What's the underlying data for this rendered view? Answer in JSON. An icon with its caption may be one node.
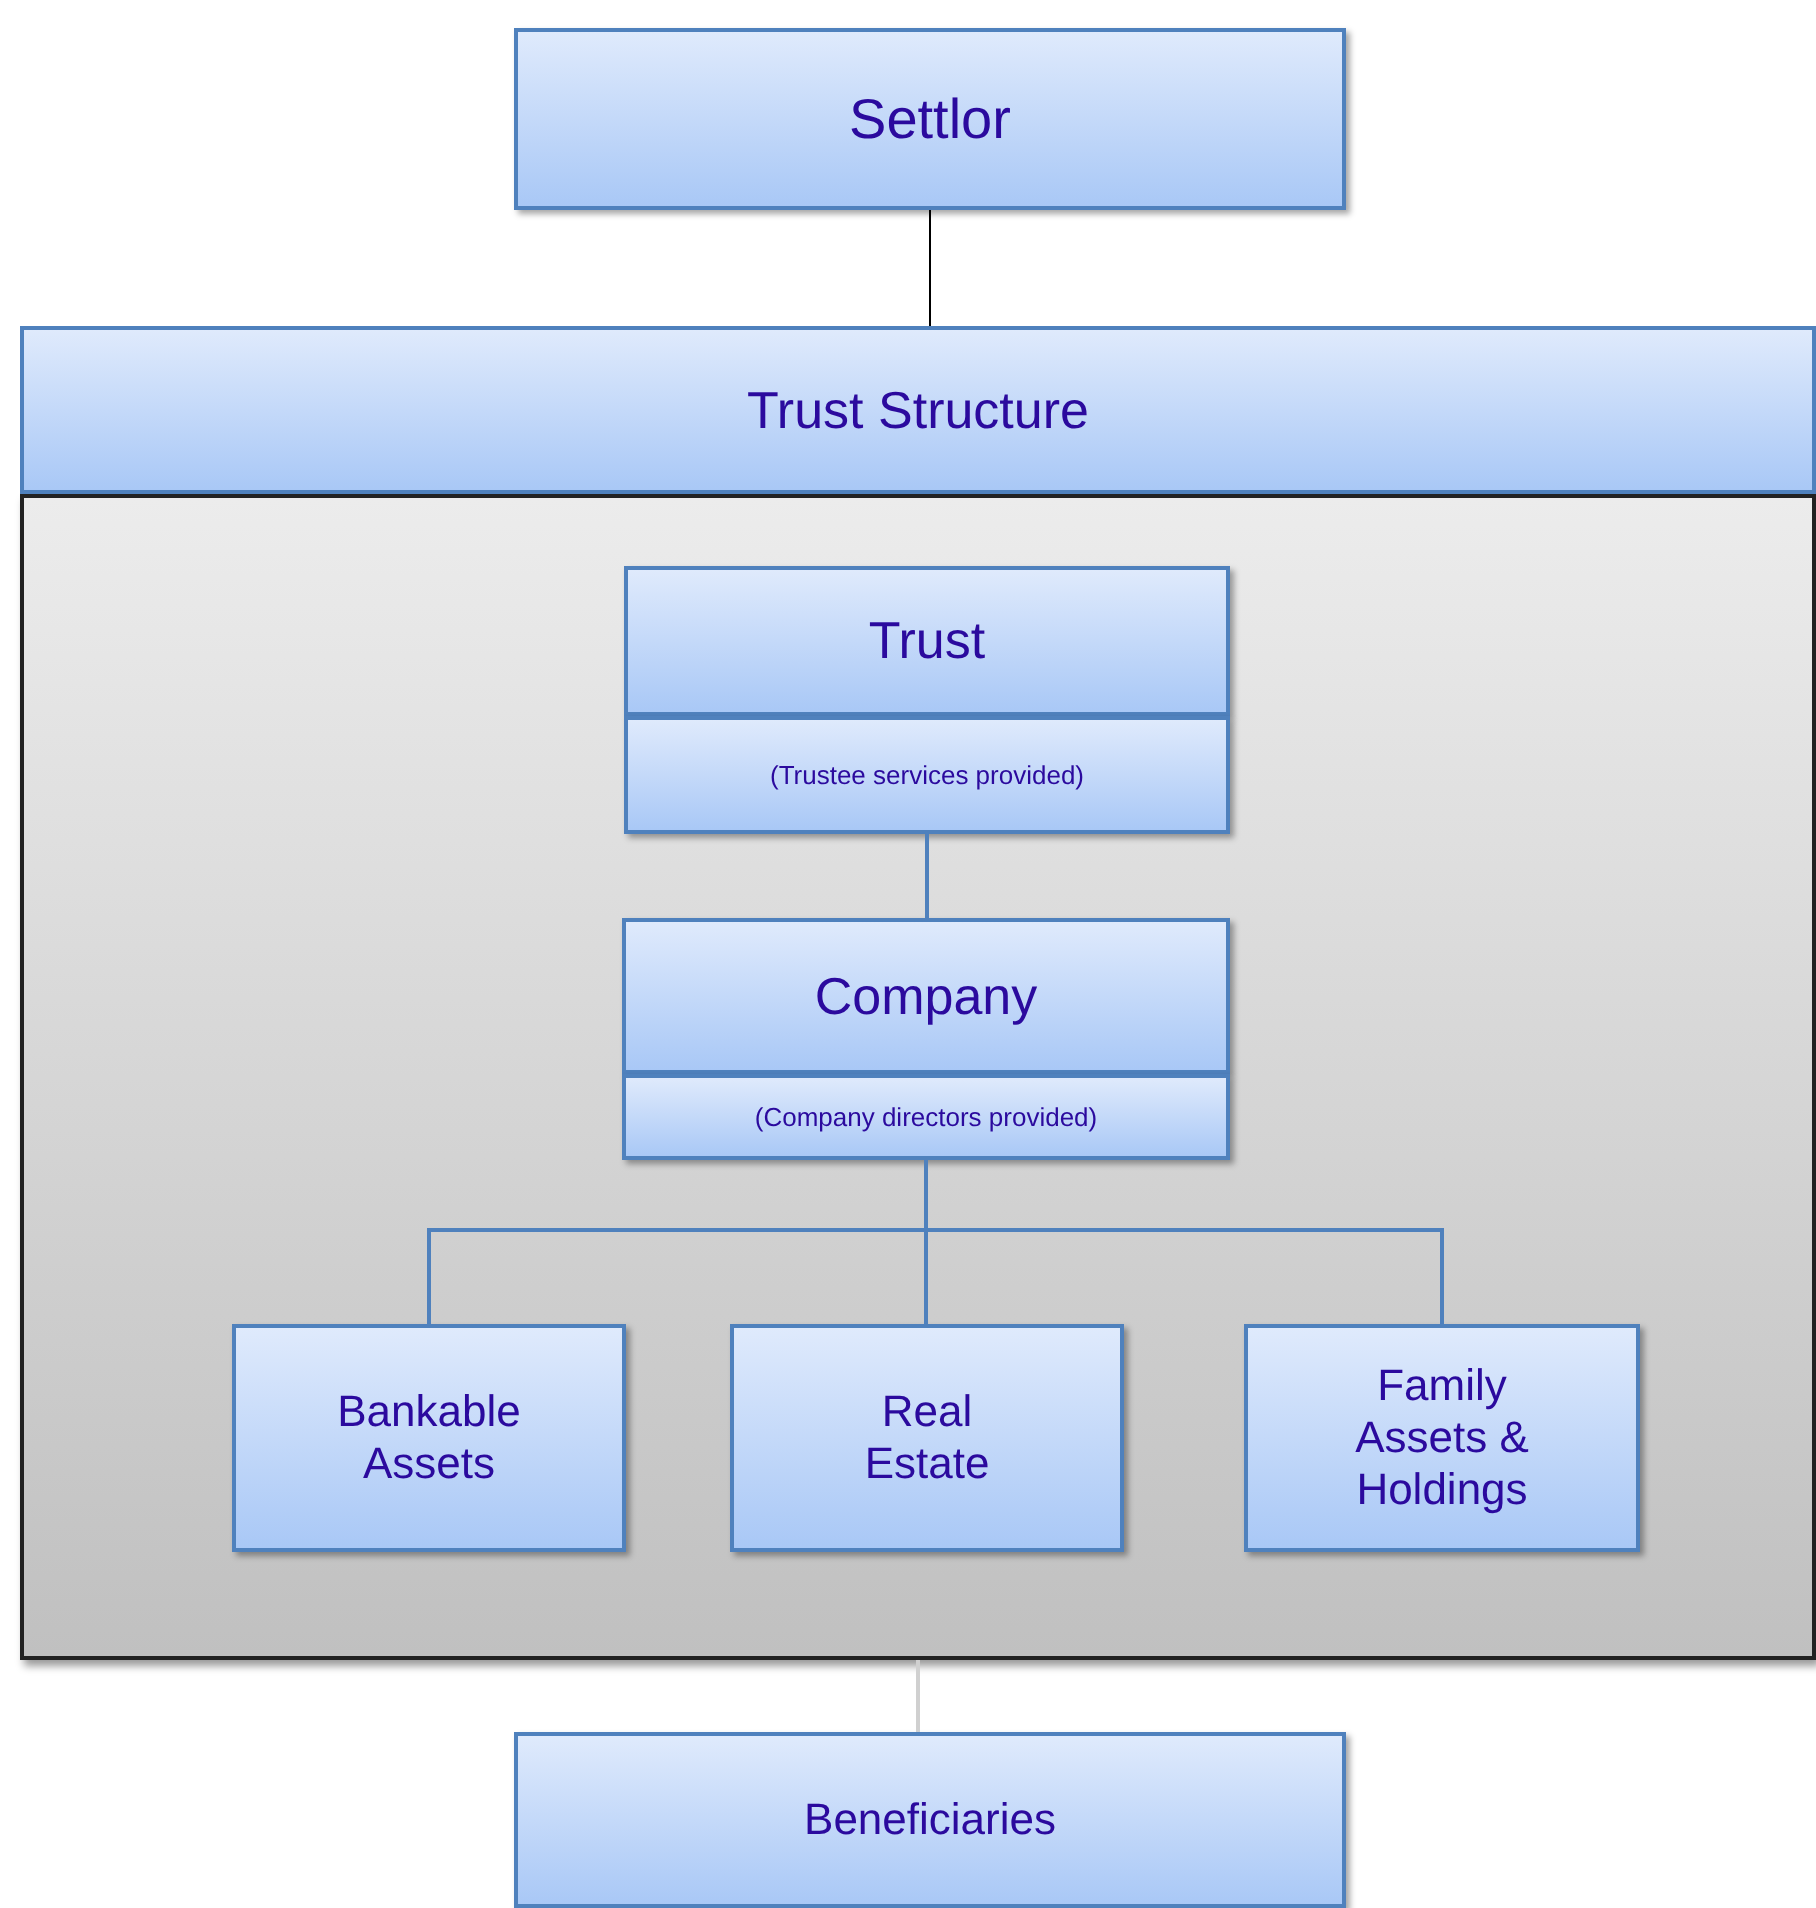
{
  "diagram": {
    "nodes": [
      {
        "text": [
          "Settlor"
        ]
      },
      {
        "text": [
          "Trust Structure"
        ]
      },
      {
        "text": [
          "Trust",
          "(Trustee services provided)"
        ],
        "in": 1
      },
      {
        "text": [
          "Company",
          "(Company directors provided)"
        ],
        "in": 1
      },
      {
        "text": [
          "Bankable Assets"
        ],
        "in": 1
      },
      {
        "text": [
          "Real Estate"
        ],
        "in": 1
      },
      {
        "text": [
          "Family Assets & Holdings"
        ],
        "in": 1
      },
      {
        "text": [
          "Beneficiaries"
        ]
      }
    ],
    "edges": [
      {
        "from": 0,
        "to": 1,
        "arrow": "none",
        "color": "#000000"
      },
      {
        "from": 2,
        "to": 3,
        "arrow": "none"
      },
      {
        "from": 3,
        "to": 4,
        "arrow": "none"
      },
      {
        "from": 3,
        "to": 5,
        "arrow": "none"
      },
      {
        "from": 3,
        "to": 6,
        "arrow": "none"
      },
      {
        "from": 1,
        "to": 7,
        "arrow": "none",
        "color": "#d0d0d0"
      }
    ]
  }
}
